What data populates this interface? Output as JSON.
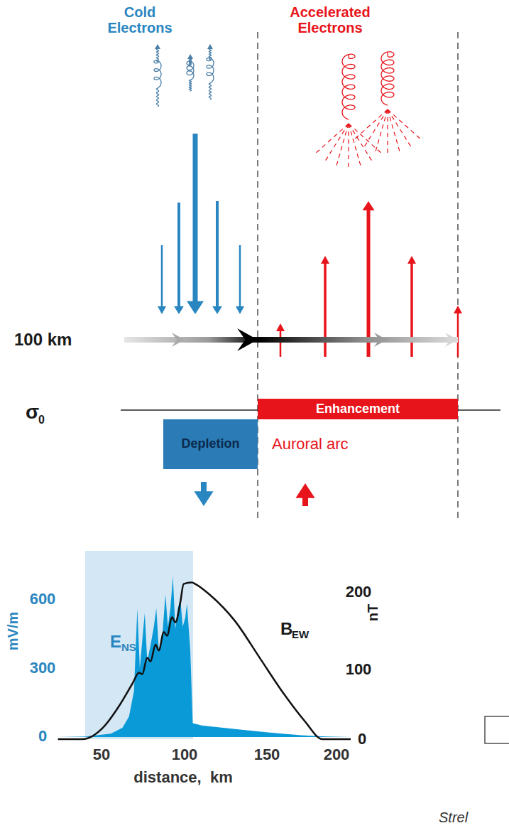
{
  "diagram": {
    "nodes": [
      {
        "text": [
          "Enhancement"
        ]
      },
      {
        "text": [
          "Depletion"
        ]
      }
    ],
    "labels": [
      "Cold Electrons",
      "Accelerated Electrons",
      "100 km",
      "σ",
      "0",
      "Auroral arc",
      "600",
      "300",
      "0",
      "mV/m",
      "E",
      "NS",
      "B",
      "EW",
      "200",
      "nT",
      "100",
      "0",
      "50",
      "100",
      "150",
      "200",
      "distance,  km",
      "Strel"
    ]
  }
}
